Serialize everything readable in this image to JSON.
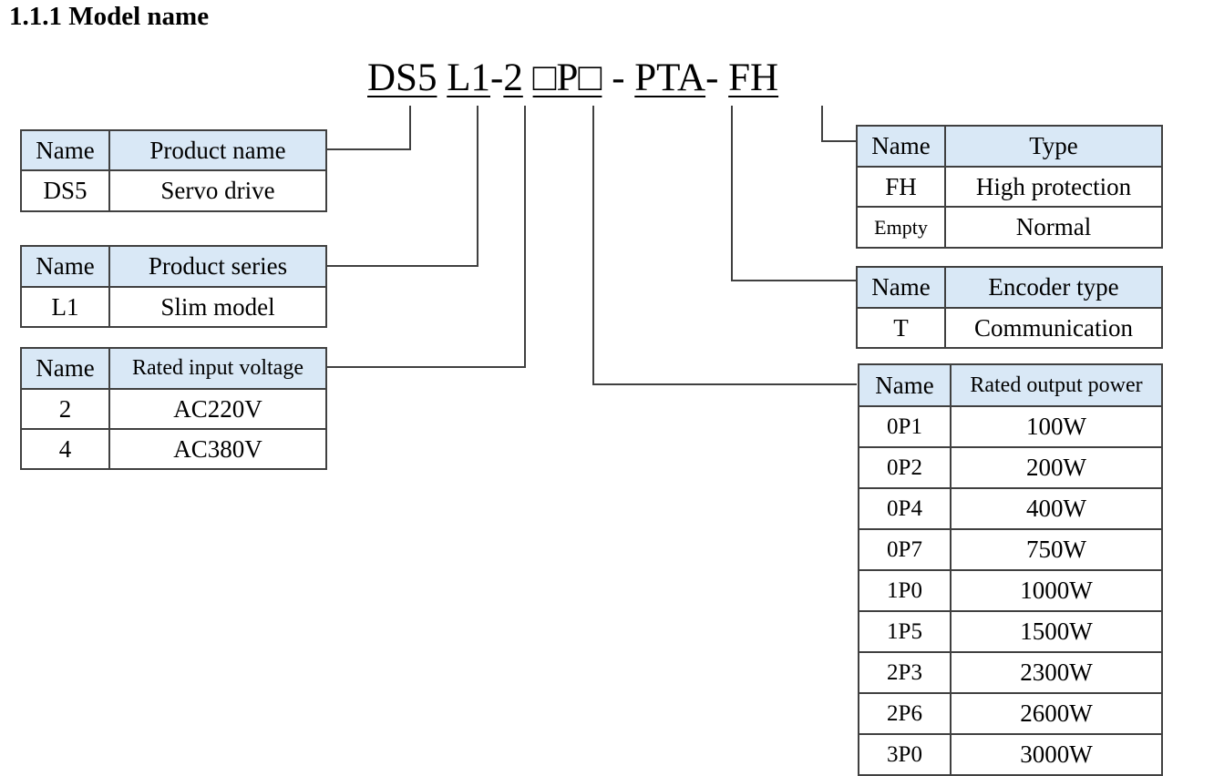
{
  "heading": "1.1.1 Model name",
  "model": {
    "prefix": "DS5",
    "series": "L1",
    "dash1": "-",
    "voltage": "2",
    "power": "□P□",
    "dash2": " - ",
    "encoder": "PTA",
    "dash3": "- ",
    "protection": "FH"
  },
  "product_name": {
    "header": [
      "Name",
      "Product name"
    ],
    "rows": [
      [
        "DS5",
        "Servo drive"
      ]
    ]
  },
  "product_series": {
    "header": [
      "Name",
      "Product series"
    ],
    "rows": [
      [
        "L1",
        "Slim model"
      ]
    ]
  },
  "rated_input_voltage": {
    "header": [
      "Name",
      "Rated input voltage"
    ],
    "rows": [
      [
        "2",
        "AC220V"
      ],
      [
        "4",
        "AC380V"
      ]
    ]
  },
  "type": {
    "header": [
      "Name",
      "Type"
    ],
    "rows": [
      [
        "FH",
        "High protection"
      ],
      [
        "Empty",
        "Normal"
      ]
    ]
  },
  "encoder_type": {
    "header": [
      "Name",
      "Encoder type"
    ],
    "rows": [
      [
        "T",
        "Communication"
      ]
    ]
  },
  "rated_output_power": {
    "header": [
      "Name",
      "Rated output power"
    ],
    "rows": [
      [
        "0P1",
        "100W"
      ],
      [
        "0P2",
        "200W"
      ],
      [
        "0P4",
        "400W"
      ],
      [
        "0P7",
        "750W"
      ],
      [
        "1P0",
        "1000W"
      ],
      [
        "1P5",
        "1500W"
      ],
      [
        "2P3",
        "2300W"
      ],
      [
        "2P6",
        "2600W"
      ],
      [
        "3P0",
        "3000W"
      ]
    ]
  }
}
